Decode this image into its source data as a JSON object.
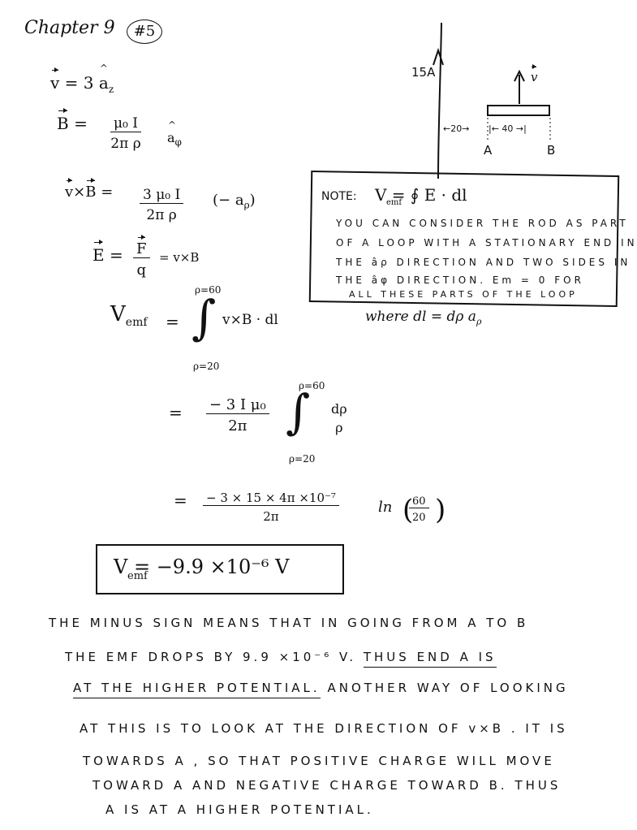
{
  "header": {
    "title": "Chapter 9",
    "problem": "#5"
  },
  "diagram": {
    "current_label": "15A",
    "velocity_label": "v",
    "dist_near": "←20→",
    "dist_rod": "|← 40 →|",
    "end_a": "A",
    "end_b": "B"
  },
  "eq": {
    "v_lhs": "v",
    "v_rhs": "=  3",
    "v_unit": "a",
    "v_sub": "z",
    "b_lhs": "B",
    "b_eq": "=",
    "b_num": "μ₀ I",
    "b_den": "2π ρ",
    "b_unit": "a",
    "b_sub": "φ",
    "vxb_v": "v",
    "vxb_b": "B",
    "vxb_x": "×",
    "vxb_eq": "=",
    "vxb_num": "3 μ₀ I",
    "vxb_den": "2π ρ",
    "vxb_paren": "(− a",
    "vxb_sub": "ρ",
    "vxb_close": ")",
    "e_lhs": "E",
    "e_eq": "=",
    "e_num": "F",
    "e_den": "q",
    "e_rhs": "= v×B",
    "vemf_lhs": "V",
    "vemf_sub": "emf",
    "vemf_eq": "=",
    "vemf_int": "∫",
    "vemf_upper": "ρ=60",
    "vemf_lower": "ρ=20",
    "vemf_integrand": "v×B · dl",
    "where_dl": "where  dl = dρ a",
    "where_sub": "ρ",
    "step2_eq": "=",
    "step2_num": "− 3 I μ₀",
    "step2_den": "2π",
    "step2_int": "∫",
    "step2_upper": "ρ=60",
    "step2_lower": "ρ=20",
    "step2_frac_num": "dρ",
    "step2_frac_den": "ρ",
    "step3_eq": "=",
    "step3_num": "− 3 × 15 × 4π ×10⁻⁷",
    "step3_den": "2π",
    "step3_ln": "ln",
    "step3_ln_num": "60",
    "step3_ln_den": "20",
    "answer": "V   =  −9.9 ×10⁻⁶  V",
    "answer_sub": "emf"
  },
  "note": {
    "lead": "NOTE:",
    "formula": "V   = ∮ E · dl",
    "formula_sub_emf": "emf",
    "line1": "YOU CAN CONSIDER THE ROD AS PART",
    "line2": "OF A LOOP WITH A STATIONARY END IN",
    "line3": "THE âρ DIRECTION AND TWO SIDES IN",
    "line4": "THE âφ DIRECTION. Em = 0 FOR",
    "line5": "ALL THESE PARTS OF THE LOOP"
  },
  "explanation": {
    "line1": "THE  MINUS  SIGN  MEANS  THAT  IN  GOING  FROM  A  TO  B",
    "line2a": "THE  EMF  DROPS  BY  9.9 ×10⁻⁶ V.  ",
    "line2b": "THUS  END  A  IS",
    "line3a": "AT  THE  HIGHER  POTENTIAL.",
    "line3b": "  ANOTHER  WAY  OF  LOOKING",
    "line4": "AT  THIS  IS  TO  LOOK  AT  THE  DIRECTION  OF  v×B .  IT  IS",
    "line5": "TOWARDS  A ,  SO  THAT  POSITIVE  CHARGE  WILL  MOVE",
    "line6": "TOWARD  A   AND  NEGATIVE  CHARGE  TOWARD  B.  THUS",
    "line7": "A  IS  AT  A  HIGHER  POTENTIAL."
  }
}
